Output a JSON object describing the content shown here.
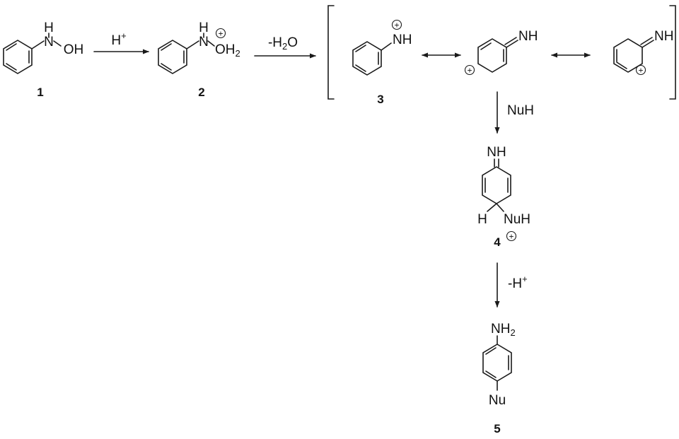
{
  "compounds": {
    "c1": {
      "number": "1",
      "n_label": "N",
      "h_label": "H",
      "oh_label": "OH"
    },
    "c2": {
      "number": "2",
      "n_label": "N",
      "h_label": "H",
      "oh2_label": "OH",
      "sub2": "2"
    },
    "c3": {
      "number": "3",
      "nh_label": "NH"
    },
    "c4": {
      "number": "4",
      "nh_label": "NH",
      "h_label": "H",
      "nuh_label": "NuH"
    },
    "c5": {
      "number": "5",
      "nh2_label": "NH",
      "sub2": "2",
      "nu_label": "Nu"
    }
  },
  "reagents": {
    "step1": {
      "main": "H",
      "sup": "+"
    },
    "step2": {
      "main": "-H",
      "sub": "2",
      "tail": "O"
    },
    "step3": {
      "main": "NuH"
    },
    "step4": {
      "main": "-H",
      "sup": "+"
    }
  },
  "charge_symbol": "+",
  "colors": {
    "ink": "#111111",
    "background": "#ffffff"
  }
}
